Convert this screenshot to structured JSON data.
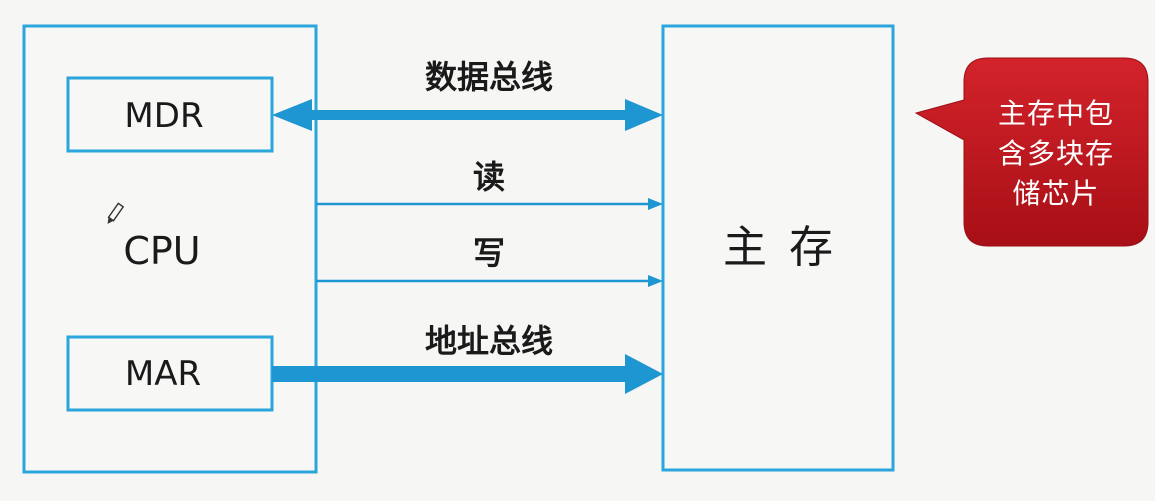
{
  "cpu": {
    "label": "CPU",
    "registers": {
      "mdr": "MDR",
      "mar": "MAR"
    }
  },
  "memory": {
    "label": "主存"
  },
  "buses": {
    "data_bus": "数据总线",
    "read": "读",
    "write": "写",
    "address_bus": "地址总线"
  },
  "callout": {
    "lines": [
      "主存中包",
      "含多块存",
      "储芯片"
    ]
  },
  "colors": {
    "box_border": "#2ba6dc",
    "arrow": "#1d96d2",
    "callout_fill": "#c0161e"
  }
}
